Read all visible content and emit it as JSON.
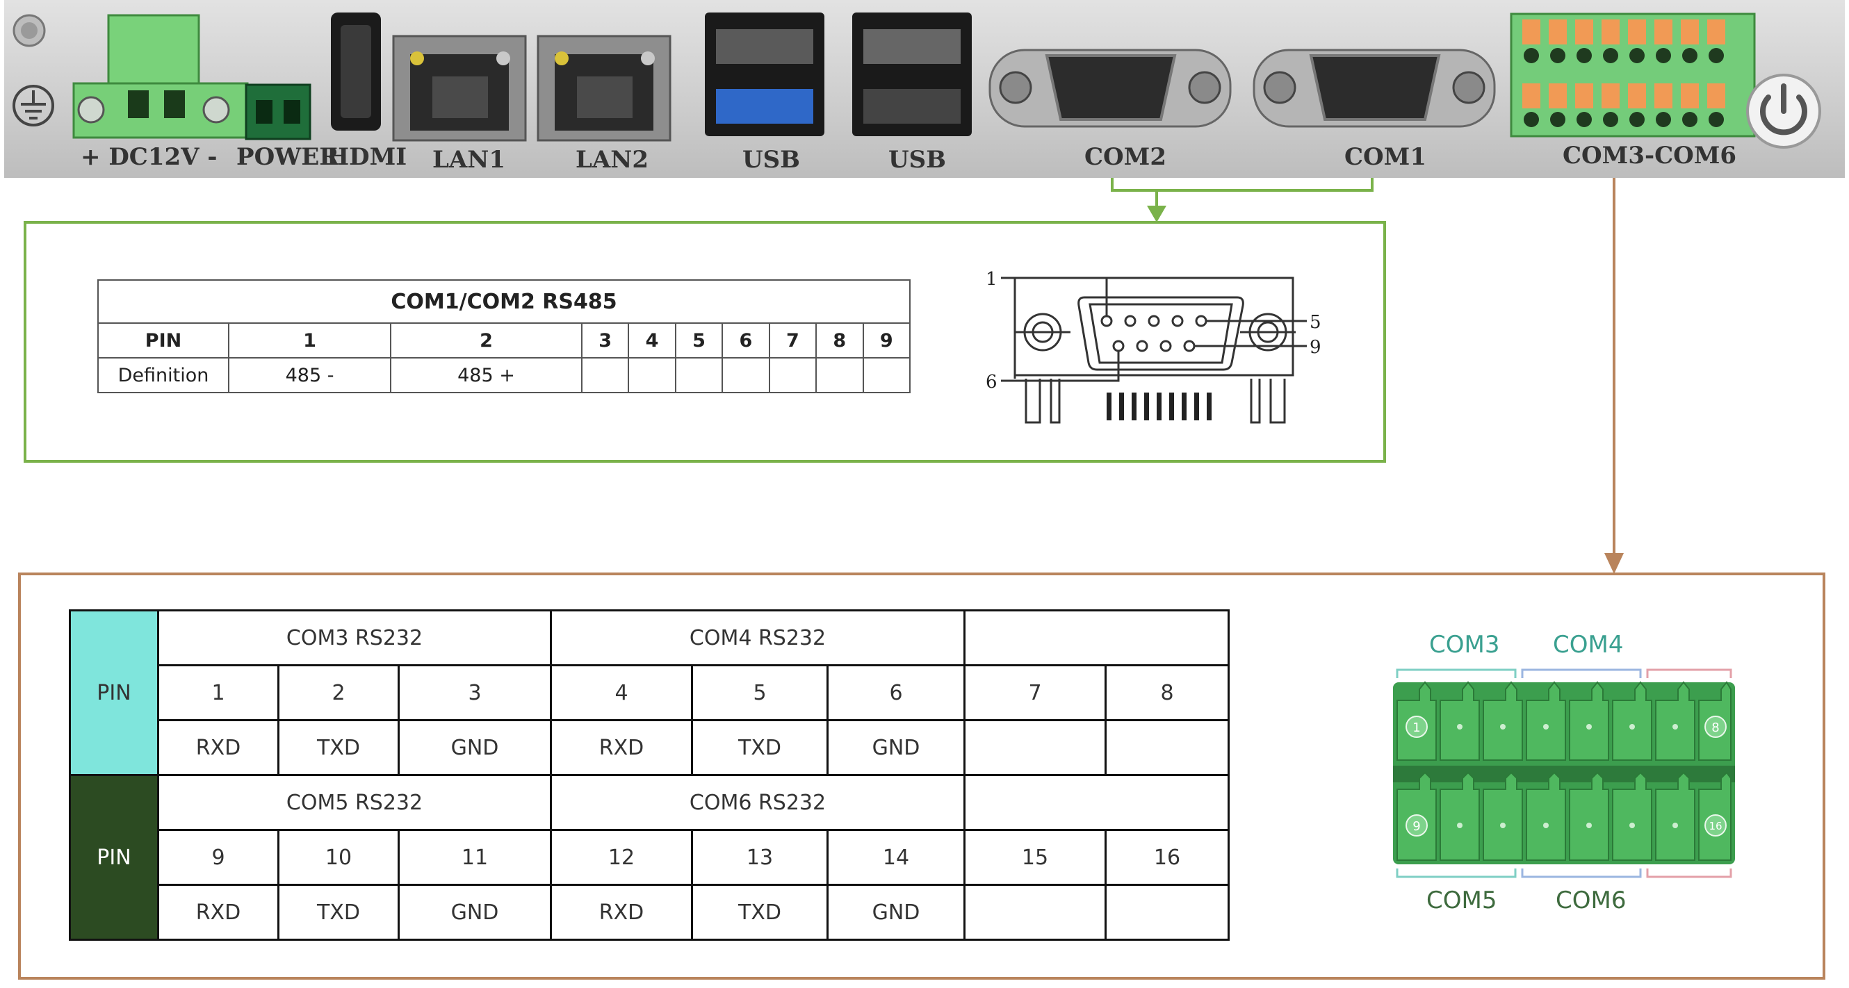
{
  "io_panel": {
    "labels": {
      "dc": "+ DC12V -",
      "power": "POWER",
      "hdmi": "HDMI",
      "lan1": "LAN1",
      "lan2": "LAN2",
      "usb1": "USB",
      "usb2": "USB",
      "com2": "COM2",
      "com1": "COM1",
      "com36": "COM3-COM6"
    }
  },
  "rs485": {
    "title": "COM1/COM2   RS485",
    "header_label": "PIN",
    "pins": [
      "1",
      "2",
      "3",
      "4",
      "5",
      "6",
      "7",
      "8",
      "9"
    ],
    "definition_label": "Definition",
    "definitions": [
      "485 -",
      "485 +",
      "",
      "",
      "",
      "",
      "",
      "",
      ""
    ]
  },
  "db9_diagram": {
    "labels": {
      "pin1": "1",
      "pin5": "5",
      "pin6": "6",
      "pin9": "9"
    }
  },
  "rs232": {
    "pin_label_top": "PIN",
    "pin_label_bottom": "PIN",
    "groups_top": [
      "COM3 RS232",
      "COM4 RS232",
      ""
    ],
    "groups_bottom": [
      "COM5 RS232",
      "COM6  RS232",
      ""
    ],
    "pins_top": [
      "1",
      "2",
      "3",
      "4",
      "5",
      "6",
      "7",
      "8"
    ],
    "defs_top": [
      "RXD",
      "TXD",
      "GND",
      "RXD",
      "TXD",
      "GND",
      "",
      ""
    ],
    "pins_bottom": [
      "9",
      "10",
      "11",
      "12",
      "13",
      "14",
      "15",
      "16"
    ],
    "defs_bottom": [
      "RXD",
      "TXD",
      "GND",
      "RXD",
      "TXD",
      "GND",
      "",
      ""
    ]
  },
  "terminal_block": {
    "com3": "COM3",
    "com4": "COM4",
    "com5": "COM5",
    "com6": "COM6",
    "pin_first_top": "1",
    "pin_last_top": "8",
    "pin_first_bottom": "9",
    "pin_last_bottom": "16"
  },
  "colors": {
    "green_connector": "#7ab24a",
    "brown_connector": "#b9845c",
    "pin_cyan": "#7fe5dc",
    "pin_dark_green": "#2c4b22",
    "teal_label": "#3aa090",
    "dark_label": "#3e6b3e"
  }
}
